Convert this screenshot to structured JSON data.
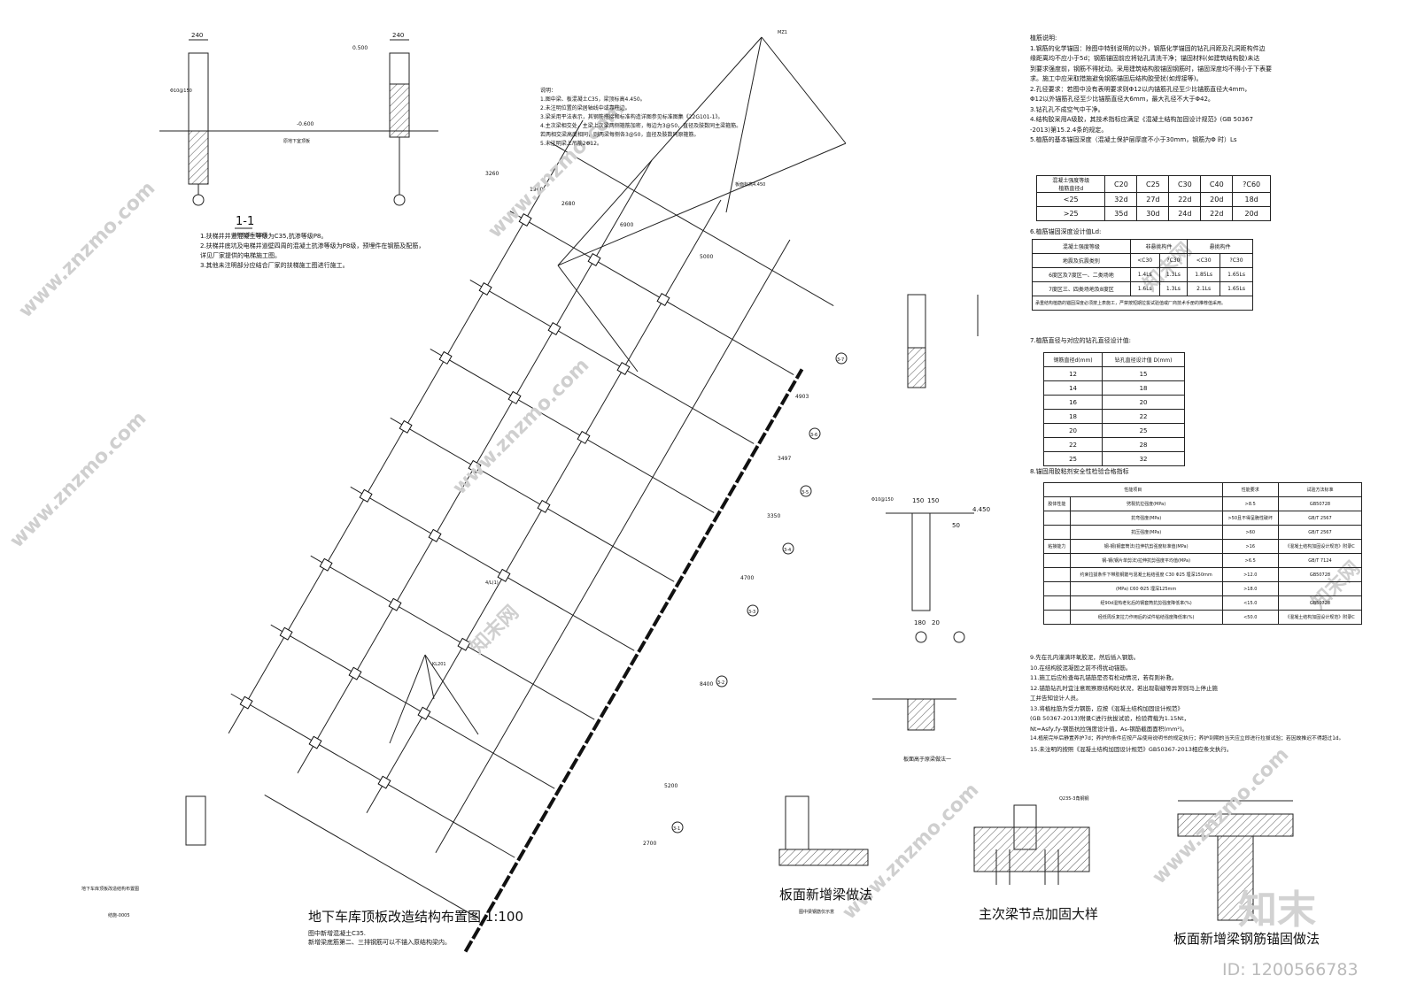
{
  "plan": {
    "title": "地下车库顶板改造结构布置图 1:100",
    "notes": [
      "图中新增混凝土C35.",
      "新增梁底筋第二、三排钢筋可以不锚入原结构梁内。"
    ],
    "side_label": "地下车库顶板改造结构布置图",
    "side_code": "结施-0005",
    "dims_top": [
      "3260",
      "1960",
      "2680",
      "6900",
      "5000"
    ],
    "dims_right": [
      "4903",
      "3497",
      "3350",
      "4700",
      "8400",
      "5200",
      "2700"
    ],
    "axis_tags": [
      "3-7",
      "3-6",
      "3-5",
      "3-4",
      "3-3",
      "3-2",
      "3-1"
    ],
    "beam_tags": [
      "KL201",
      "4/L(1)",
      "MZ1"
    ],
    "slab_note": "板面标高4.450"
  },
  "section": {
    "title": "1-1",
    "subtitle": "扶梯底部后浇加强",
    "dims": [
      "240",
      "240"
    ],
    "levels": [
      "0.500",
      "-0.600"
    ],
    "rebar": "Φ10@150",
    "ground": "原地下室顶板",
    "notes": [
      "1.扶梯井并道混凝土等级为C35,抗渗等级P8。",
      "2.扶梯井底坑及电梯井道壁四周的混凝土抗渗等级为P8级，预埋件在钢筋及配筋，",
      "   详见厂家提供的电梯施工图。",
      "3.其他未注明部分应结合厂家的扶梯施工图进行施工。"
    ]
  },
  "explain": {
    "title": "说明：",
    "lines": [
      "1.图中梁、板混凝土C35，梁顶标高4.450。",
      "2.未注明位置的梁居轴线中或靠柱边。",
      "3.梁采用平法表示，其钢筋搭接和标准构造详图参见标准图集《22G101-1》。",
      "4.主次梁相交处，主梁上次梁两侧箍筋加密，每边为3@50，直径及肢数同主梁箍筋。",
      "  若两相交梁高度相同，则两梁每侧各3@50，直径及肢数同原箍筋。",
      "5.未注明梁上吊筋2Φ12。"
    ]
  },
  "rebar_notes": {
    "title": "植筋说明:",
    "lines": [
      "1.钢筋的化学锚固：除图中特别说明的以外，钢筋化学锚固的钻孔间距及孔洞距构件边",
      "  缘距离均不应小于5d；钢筋锚固前应将钻孔清洗干净；锚固材料(如建筑结构胶)未达",
      "  到要求强度前，钢筋不得扰动。采用建筑结构胶锚固钢筋时，锚固深度均不得小于下表要",
      "  求。施工中应采取措施避免钢筋锚固后结构胶受扰(如焊接等)。",
      "2.孔径要求：若图中没有表明要求则Φ12以内锚筋孔径至少比锚筋直径大4mm，",
      "  Φ12以外锚筋孔径至少比锚筋直径大6mm，最大孔径不大于Φ42。",
      "3.钻孔孔不成空气中干净。",
      "4.结构胶采用A级胶，其技术指标应满足《混凝土结构加固设计规范》(GB 50367",
      "  -2013)第15.2.4条的规定。",
      "5.植筋的基本锚固深度（混凝土保护层厚度不小于30mm，钢筋为Φ 时）Ls"
    ],
    "t1": {
      "h1": "混凝土强度等级",
      "h2": "植筋直径d",
      "cols": [
        "C20",
        "C25",
        "C30",
        "C40",
        "?C60"
      ],
      "rows": [
        [
          "<25",
          "32d",
          "27d",
          "22d",
          "20d",
          "18d"
        ],
        [
          ">25",
          "35d",
          "30d",
          "24d",
          "22d",
          "20d"
        ]
      ]
    },
    "t2_title": "6.植筋锚固深度设计值Ld:",
    "t2": {
      "h1": "混凝土强度等级",
      "h_left": "地震及抗震类别",
      "g1": "非悬挑构件",
      "g2": "悬挑构件",
      "cols": [
        "<C30",
        "?C30",
        "<C30",
        "?C30"
      ],
      "rows": [
        [
          "6度区及7度区一、二类场地",
          "1.4Ls",
          "1.3Ls",
          "1.85Ls",
          "1.65Ls"
        ],
        [
          "7度区三、四类场地及8度区",
          "1.6Ls",
          "1.3Ls",
          "2.1Ls",
          "1.65Ls"
        ]
      ],
      "foot": "承重结构植筋的锚固深度必须按上表施工，严禁按短期拉拔试验值或厂商技术手册的推荐值采用。"
    },
    "t3_title": "7.植筋直径与对应的钻孔直径设计值:",
    "t3": {
      "h": [
        "钢筋直径d(mm)",
        "钻孔直径设计值 D(mm)"
      ],
      "rows": [
        [
          "12",
          "15"
        ],
        [
          "14",
          "18"
        ],
        [
          "16",
          "20"
        ],
        [
          "18",
          "22"
        ],
        [
          "20",
          "25"
        ],
        [
          "22",
          "28"
        ],
        [
          "25",
          "32"
        ]
      ]
    },
    "t4_title": "8.锚固用胶粘剂安全性检验合格指标",
    "t4": {
      "h": [
        "性能项目",
        "性能要求",
        "试验方法标准"
      ],
      "rows": [
        [
          "胶体性能",
          "劈裂抗拉强度(MPa)",
          ">8.5",
          "GB50728"
        ],
        [
          "",
          "抗弯强度(MPa)",
          ">50且不得呈脆性破坏",
          "GB/T 2567"
        ],
        [
          "",
          "抗压强度(MPa)",
          ">60",
          "GB/T 2567"
        ],
        [
          "粘接能力",
          "钢-钢(钢套筒法)拉伸抗剪强度标准值(MPa)",
          ">16",
          "《混凝土结构加固设计规范》附录C"
        ],
        [
          "",
          "钢-钢(钢片单剪法)拉伸抗剪强度平均值(MPa)",
          ">6.5",
          "GB/T 7124"
        ],
        [
          "",
          "约束拉拔条件下带肋钢筋与混凝土粘结强度 C30 Φ25 埋深150mm",
          ">12.0",
          "GB50728"
        ],
        [
          "",
          "(MPa) C60 Φ25 埋深125mm",
          ">18.0",
          ""
        ],
        [
          "",
          "经90d湿热老化后的钢套筒抗剪强度降低率(%)",
          "<15.0",
          "GB50728"
        ],
        [
          "",
          "经低周反复拉力作用后的试件粘结强度降低率(%)",
          "<50.0",
          "《混凝土结构加固设计规范》附录C"
        ]
      ]
    },
    "tail": [
      "9.先在孔内灌满环氧胶泥，然后插入钢筋。",
      "10.在结构胶泥凝固之前不得扰动锚筋。",
      "11.施工后应检查每孔锚筋是否有松动情况，若有则补救。",
      "12.锚筋钻孔时宜注意观察原结构砼状况，若出现裂缝等异常则马上停止施",
      "    工并告知设计人员。",
      "13.将植柱筋为受力钢筋，应按《混凝土结构加固设计规范》",
      "    (GB 50367-2013)附录C进行抗拔试验，检验荷载为1.15Nt，",
      "    Nt=Asfy,fy-钢筋抗拉强度设计值，As-钢筋截面面积(mm²)。",
      "14.植筋完毕后静置养护7d；养护的条件应按产品使用说明书的规定执行；养护到期的当天应立即进行拉拔试验；若因故推迟不得超过1d。",
      "15.未注明的按照《混凝土结构加固设计规范》GB50367-2013相应条文执行。"
    ]
  },
  "details": {
    "d1_title": "板面新增梁做法",
    "d1_sub": "图中梁钢筋仅示意",
    "d2_title": "主次梁节点加固大样",
    "d2_tag": "Q235-3角钢钢",
    "d3_title": "板面新增梁钢筋锚固做法",
    "d4_title": "板面高于原梁做法一",
    "level": "4.450",
    "dims": [
      "150",
      "150",
      "180",
      "20",
      "50"
    ],
    "rebar": "Φ10@150"
  },
  "watermark": {
    "site": "www.znzmo.com",
    "brand": "知末网",
    "logo": "知末",
    "id": "ID: 1200566783"
  }
}
